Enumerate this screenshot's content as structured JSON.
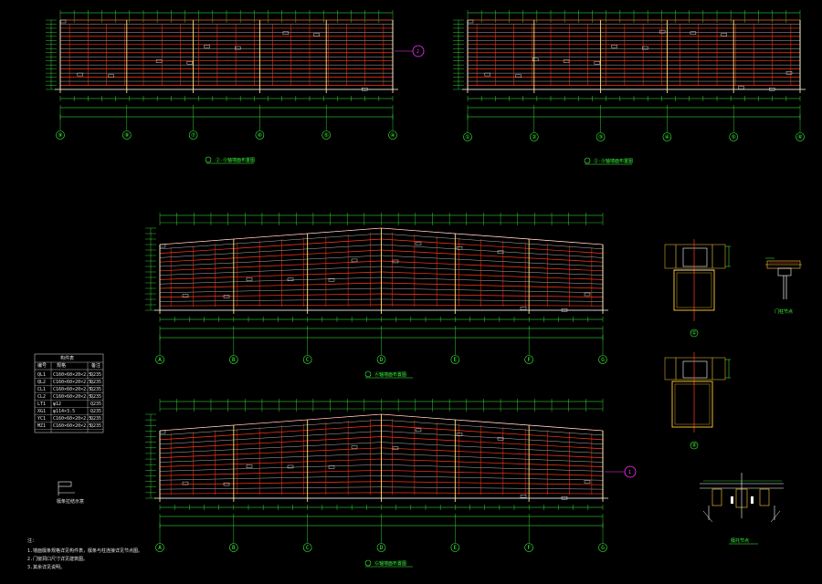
{
  "drawing": {
    "background": "#000000",
    "colors": {
      "dim": "#3cff3c",
      "beam": "#ff3b1a",
      "purlin": "#ffd15a",
      "wall": "#ffffff",
      "column": "#ffcc33",
      "accent": "#ff33ff",
      "cyan": "#37e6e6",
      "text": "#e6e6e6"
    },
    "elevations": [
      {
        "id": "elev-top-left",
        "title": "②-⑨轴墙面布置图",
        "grid_labels": [
          "⑨",
          "⑧",
          "⑦",
          "⑥",
          "⑤",
          "④"
        ]
      },
      {
        "id": "elev-top-right",
        "title": "②-⑨轴墙面布置图",
        "grid_labels": [
          "①",
          "②",
          "③",
          "④",
          "⑤",
          "⑥"
        ]
      },
      {
        "id": "elev-mid",
        "title": "Ⓐ轴墙面布置图",
        "grid_labels": [
          "A",
          "B",
          "C",
          "D",
          "E",
          "F",
          "G"
        ]
      },
      {
        "id": "elev-bot",
        "title": "Ⓖ轴墙面布置图",
        "grid_labels": [
          "A",
          "B",
          "C",
          "D",
          "E",
          "F",
          "G"
        ]
      }
    ],
    "legend_table": {
      "header": "构件表",
      "columns": [
        "编号",
        "规格",
        "备注"
      ],
      "rows": [
        [
          "QL1",
          "C160×60×20×2.5",
          "Q235"
        ],
        [
          "QL2",
          "C160×60×20×2.5",
          "Q235"
        ],
        [
          "CL1",
          "C160×60×20×2.5",
          "Q235"
        ],
        [
          "CL2",
          "C160×60×20×2.5",
          "Q235"
        ],
        [
          "LT1",
          "φ12",
          "Q235"
        ],
        [
          "XG1",
          "φ114×3.5",
          "Q235"
        ],
        [
          "YC1",
          "C160×60×20×2.5",
          "Q235"
        ],
        [
          "MZ1",
          "C160×60×20×2.5",
          "Q235"
        ]
      ]
    },
    "small_legend_caption": "檩条拉结示意",
    "notes": {
      "heading": "注：",
      "lines": [
        "1.墙面檩条规格详见构件表，檩条与柱连接详见节点图。",
        "2.门窗洞口尺寸详见建筑图。",
        "3.其余详见说明。"
      ]
    },
    "details": {
      "section1_label": "①",
      "section2_label": "②",
      "door_detail_caption": "门柱节点",
      "bottom_detail_caption": "檩托节点"
    },
    "markers": [
      {
        "id": "marker-top",
        "label": "2"
      },
      {
        "id": "marker-bot",
        "label": "1"
      }
    ]
  }
}
